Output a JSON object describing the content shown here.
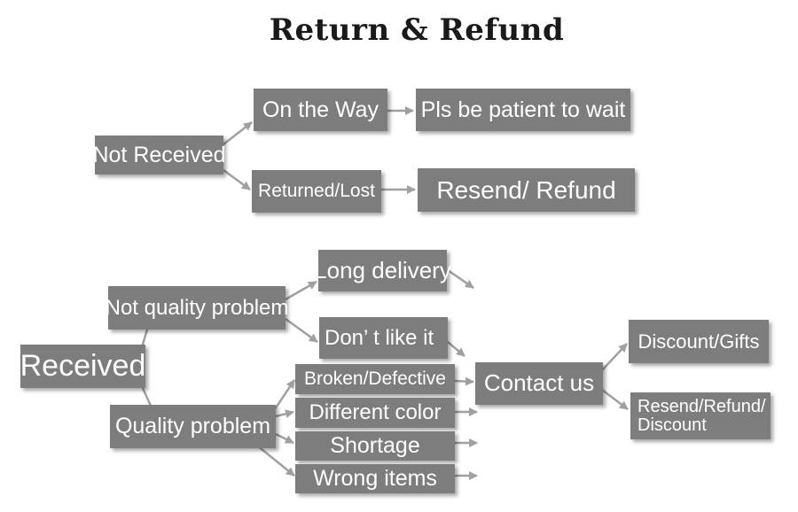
{
  "title": "Return & Refund",
  "colors": {
    "box": "#7d7d7d",
    "arrow": "#a0a0a0",
    "text": "#ffffff"
  },
  "nodes": {
    "not_received": "Not Received",
    "on_the_way": "On the Way",
    "pls_wait": "Pls be patient to wait",
    "returned_lost": "Returned/Lost",
    "resend_refund_top": "Resend/ Refund",
    "not_quality_problem": "Not quality problem",
    "long_delivery": "Long delivery",
    "dont_like_it": "Don’ t like it",
    "received": "Received",
    "broken_defective": "Broken/Defective",
    "contact_us": "Contact us",
    "discount_gifts": "Discount/Gifts",
    "quality_problem": "Quality problem",
    "different_color": "Different color",
    "shortage": "Shortage",
    "wrong_items": "Wrong items",
    "resend_refund_discount_line1": "Resend/Refund/",
    "resend_refund_discount_line2": "Discount"
  }
}
